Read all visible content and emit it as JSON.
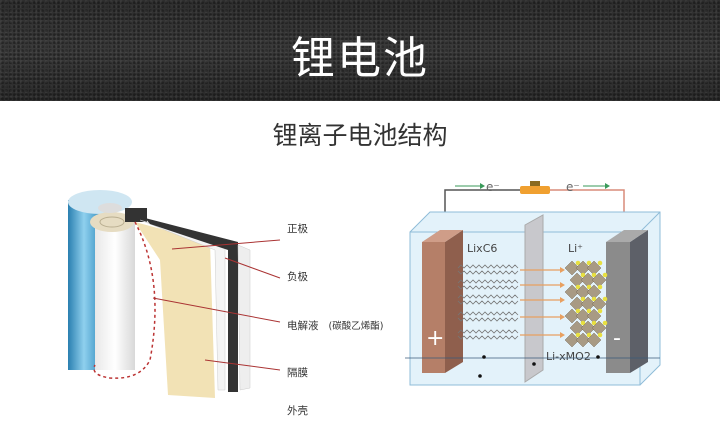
{
  "header": {
    "title": "锂电池"
  },
  "subtitle": "锂离子电池结构",
  "cell_labels": {
    "cathode": "正极",
    "anode": "负极",
    "electrolyte": "电解液",
    "electrolyte_note": "(碳酸乙烯酯)",
    "separator": "隔膜",
    "casing": "外壳"
  },
  "schematic": {
    "electron_left": "e⁻",
    "electron_right": "e⁻",
    "anode_material": "LixC6",
    "ion": "Li⁺",
    "cathode_material": "Li-xMO2",
    "plus_sign": "+",
    "minus_sign": "-"
  },
  "colors": {
    "wire_left": "#555555",
    "wire_right": "#d98b7a",
    "arrow": "#e8a060",
    "electron_arrow": "#3a9a5a"
  }
}
